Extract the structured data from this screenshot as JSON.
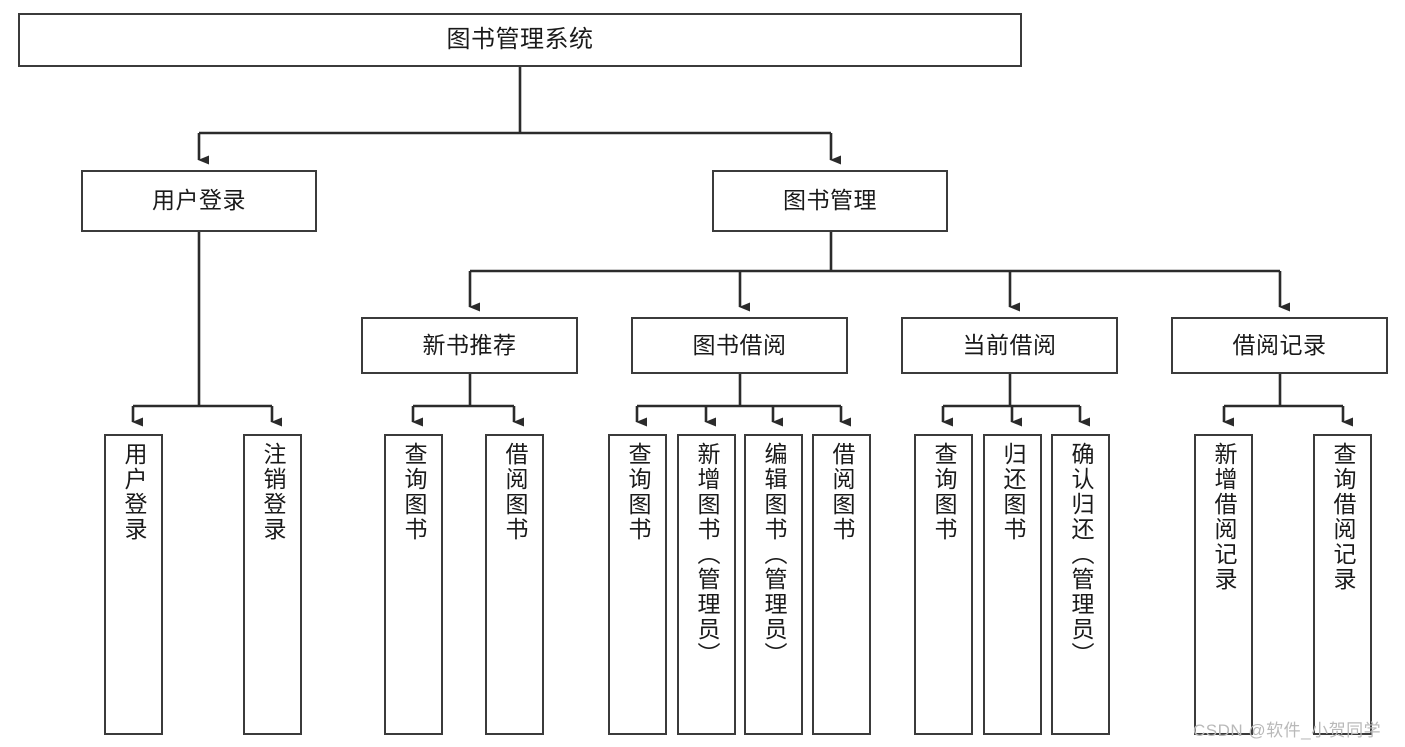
{
  "diagram": {
    "type": "tree",
    "title": "图书管理系统",
    "orientation": "top-down",
    "colors": {
      "box_border": "#3b3b3b",
      "box_fill": "#ffffff",
      "connector": "#2b2b2b",
      "text": "#1a1a1a",
      "watermark": "#b9b9b9",
      "background": "#ffffff"
    },
    "watermark": "CSDN @软件_小贺同学"
  },
  "nodes": {
    "root": {
      "label": "图书管理系统",
      "level": 1
    },
    "level2": [
      {
        "id": "user-login",
        "label": "用户登录"
      },
      {
        "id": "book-management",
        "label": "图书管理"
      }
    ],
    "level3": [
      {
        "id": "new-book-recommend",
        "label": "新书推荐"
      },
      {
        "id": "book-borrow",
        "label": "图书借阅"
      },
      {
        "id": "current-borrow",
        "label": "当前借阅"
      },
      {
        "id": "borrow-record",
        "label": "借阅记录"
      }
    ],
    "leaves": {
      "user_login": [
        {
          "id": "leaf-user-login",
          "label": "用户登录"
        },
        {
          "id": "leaf-logout-login",
          "label": "注销登录"
        }
      ],
      "new_book_recommend": [
        {
          "id": "leaf-query-book-1",
          "label": "查询图书"
        },
        {
          "id": "leaf-borrow-book-1",
          "label": "借阅图书"
        }
      ],
      "book_borrow": [
        {
          "id": "leaf-query-book-2",
          "label": "查询图书"
        },
        {
          "id": "leaf-add-book",
          "label": "新增图书（管理员）"
        },
        {
          "id": "leaf-edit-book",
          "label": "编辑图书（管理员）"
        },
        {
          "id": "leaf-borrow-book-2",
          "label": "借阅图书"
        }
      ],
      "current_borrow": [
        {
          "id": "leaf-query-book-3",
          "label": "查询图书"
        },
        {
          "id": "leaf-return-book",
          "label": "归还图书"
        },
        {
          "id": "leaf-confirm-return",
          "label": "确认归还（管理员）"
        }
      ],
      "borrow_record": [
        {
          "id": "leaf-add-borrow-record",
          "label": "新增借阅记录"
        },
        {
          "id": "leaf-query-borrow-record",
          "label": "查询借阅记录"
        }
      ]
    }
  }
}
